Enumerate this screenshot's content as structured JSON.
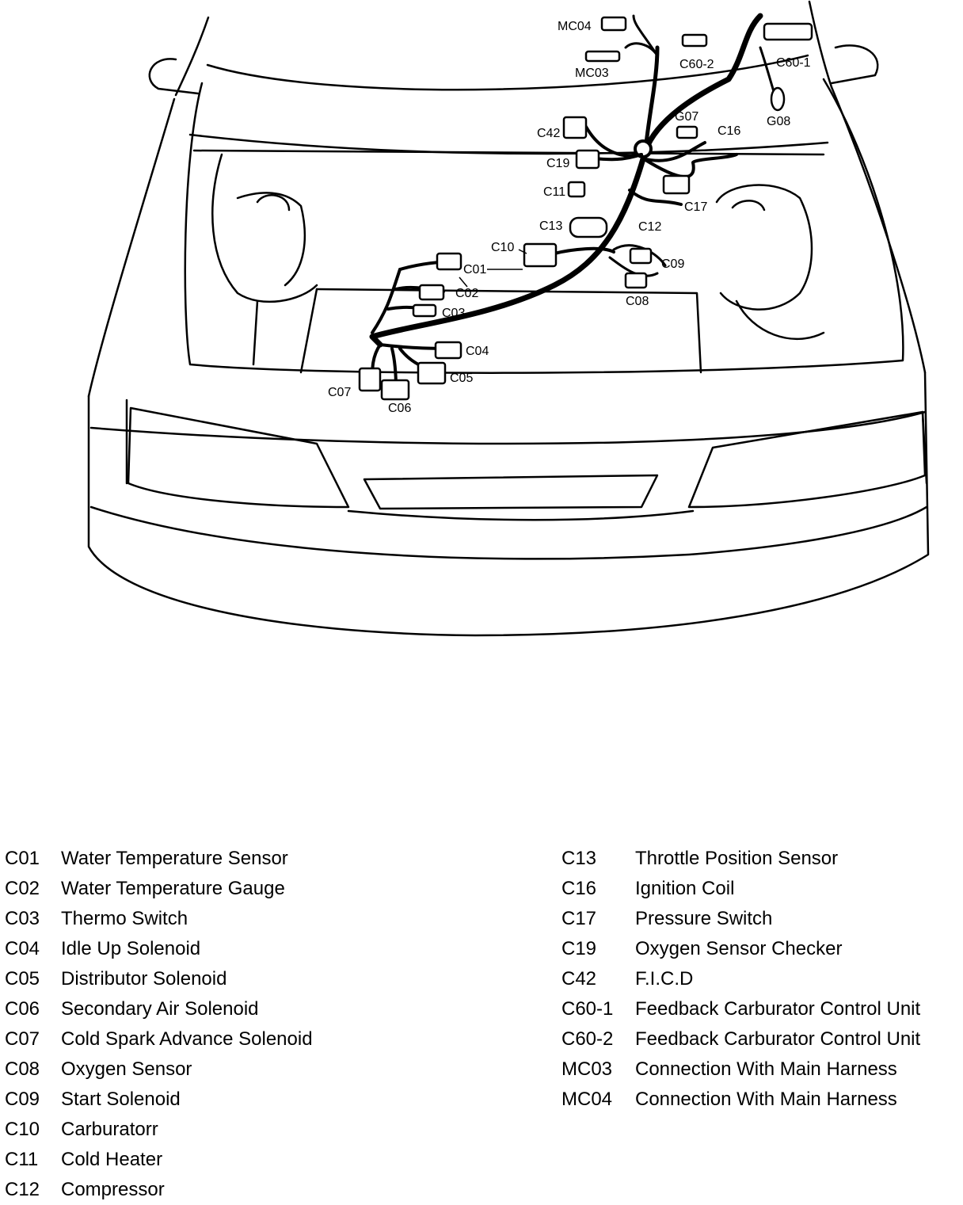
{
  "diagram": {
    "callouts": [
      {
        "id": "MC04",
        "text": "MC04"
      },
      {
        "id": "MC03",
        "text": "MC03"
      },
      {
        "id": "C60-2",
        "text": "C60-2"
      },
      {
        "id": "C60-1",
        "text": "C60-1"
      },
      {
        "id": "G07",
        "text": "G07"
      },
      {
        "id": "G08",
        "text": "G08"
      },
      {
        "id": "C42",
        "text": "C42"
      },
      {
        "id": "C16",
        "text": "C16"
      },
      {
        "id": "C19",
        "text": "C19"
      },
      {
        "id": "C11",
        "text": "C11"
      },
      {
        "id": "C17",
        "text": "C17"
      },
      {
        "id": "C13",
        "text": "C13"
      },
      {
        "id": "C12",
        "text": "C12"
      },
      {
        "id": "C10",
        "text": "C10"
      },
      {
        "id": "C09",
        "text": "C09"
      },
      {
        "id": "C01",
        "text": "C01"
      },
      {
        "id": "C02",
        "text": "C02"
      },
      {
        "id": "C08",
        "text": "C08"
      },
      {
        "id": "C03",
        "text": "C03"
      },
      {
        "id": "C04",
        "text": "C04"
      },
      {
        "id": "C05",
        "text": "C05"
      },
      {
        "id": "C07",
        "text": "C07"
      },
      {
        "id": "C06",
        "text": "C06"
      }
    ]
  },
  "legend_left": [
    {
      "code": "C01",
      "desc": "Water Temperature Sensor"
    },
    {
      "code": "C02",
      "desc": "Water Temperature Gauge"
    },
    {
      "code": "C03",
      "desc": "Thermo Switch"
    },
    {
      "code": "C04",
      "desc": "Idle Up Solenoid"
    },
    {
      "code": "C05",
      "desc": "Distributor Solenoid"
    },
    {
      "code": "C06",
      "desc": "Secondary Air Solenoid"
    },
    {
      "code": "C07",
      "desc": "Cold Spark Advance Solenoid"
    },
    {
      "code": "C08",
      "desc": "Oxygen Sensor"
    },
    {
      "code": "C09",
      "desc": "Start Solenoid"
    },
    {
      "code": "C10",
      "desc": "Carburatorr"
    },
    {
      "code": "C11",
      "desc": "Cold Heater"
    },
    {
      "code": "C12",
      "desc": "Compressor"
    }
  ],
  "legend_right": [
    {
      "code": "C13",
      "desc": "Throttle Position Sensor"
    },
    {
      "code": "C16",
      "desc": "Ignition Coil"
    },
    {
      "code": "C17",
      "desc": "Pressure Switch"
    },
    {
      "code": "C19",
      "desc": "Oxygen Sensor Checker"
    },
    {
      "code": "C42",
      "desc": "F.I.C.D"
    },
    {
      "code": "C60-1",
      "desc": "Feedback Carburator Control Unit"
    },
    {
      "code": "C60-2",
      "desc": "Feedback Carburator Control Unit"
    },
    {
      "code": "MC03",
      "desc": "Connection With Main Harness"
    },
    {
      "code": "MC04",
      "desc": "Connection With Main Harness"
    }
  ]
}
